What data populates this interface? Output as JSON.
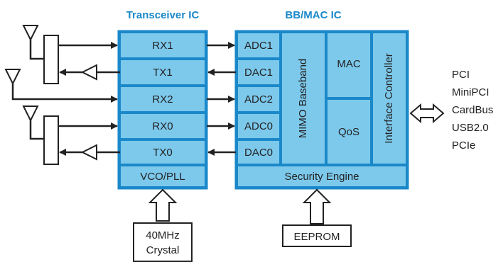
{
  "headers": {
    "transceiver": "Transceiver IC",
    "bbmac": "BB/MAC IC"
  },
  "transceiver_blocks": [
    "RX1",
    "TX1",
    "RX2",
    "RX0",
    "TX0",
    "VCO/PLL"
  ],
  "converters": [
    "ADC1",
    "DAC1",
    "ADC2",
    "ADC0",
    "DAC0"
  ],
  "baseband": "MIMO Baseband",
  "mac": "MAC",
  "qos": "QoS",
  "interface_controller": "Interface Controller",
  "security_engine": "Security Engine",
  "crystal": {
    "line1": "40MHz",
    "line2": "Crystal"
  },
  "eeprom": "EEPROM",
  "bus_interfaces": [
    "PCI",
    "MiniPCI",
    "CardBus",
    "USB2.0",
    "PCIe"
  ],
  "colors": {
    "accent": "#1a88c9",
    "block_fill": "#7dc9ec",
    "line": "#222222"
  }
}
